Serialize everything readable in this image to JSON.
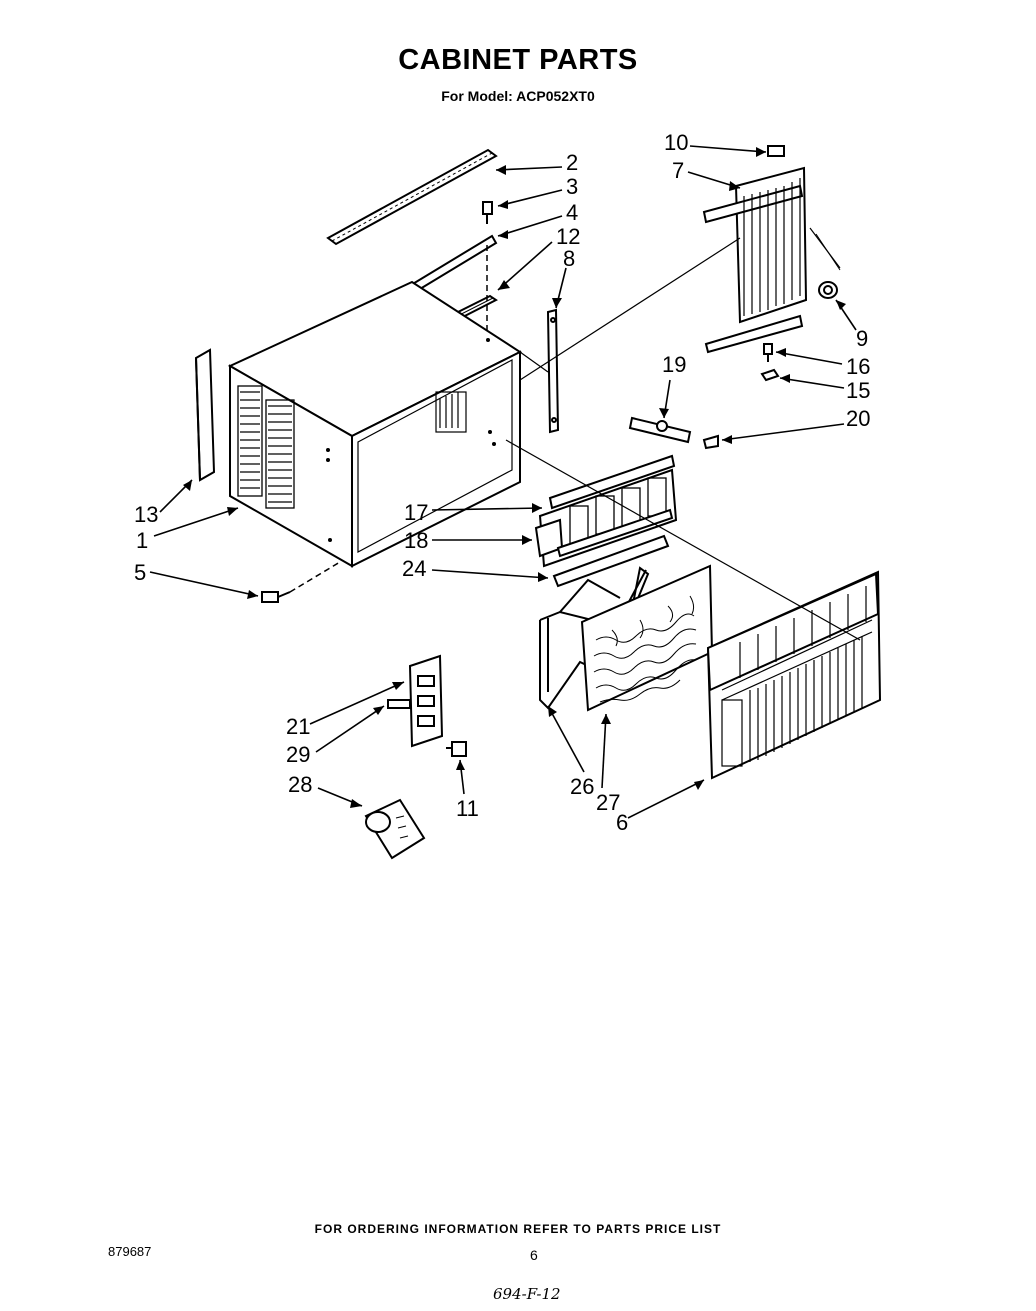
{
  "header": {
    "title": "CABINET PARTS",
    "subtitle": "For Model: ACP052XT0"
  },
  "callouts": {
    "c1": "1",
    "c2": "2",
    "c3": "3",
    "c4": "4",
    "c5": "5",
    "c6": "6",
    "c7": "7",
    "c8": "8",
    "c9": "9",
    "c10": "10",
    "c11": "11",
    "c12": "12",
    "c13": "13",
    "c15": "15",
    "c16": "16",
    "c17": "17",
    "c18": "18",
    "c19": "19",
    "c20": "20",
    "c21": "21",
    "c24": "24",
    "c26": "26",
    "c27": "27",
    "c28": "28",
    "c29": "29"
  },
  "footer": {
    "ordering_note": "FOR ORDERING INFORMATION REFER TO PARTS PRICE LIST",
    "doc_number": "879687",
    "page_number": "6",
    "handwritten": "694-F-12"
  }
}
